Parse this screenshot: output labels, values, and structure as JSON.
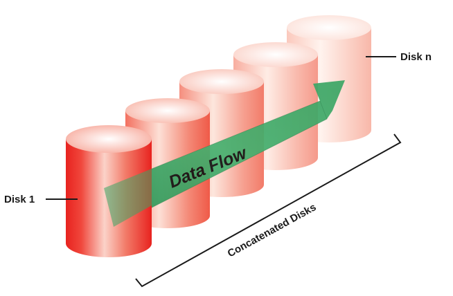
{
  "diagram": {
    "disk_first_label": "Disk 1",
    "disk_last_label": "Disk n",
    "flow_label": "Data Flow",
    "group_label": "Concatenated Disks",
    "colors": {
      "disk_dark": "#e8231f",
      "disk_mid": "#f48a7c",
      "disk_light": "#fde3da",
      "arrow": "#2e9a5a",
      "arrow_light": "#5fc48a",
      "ink": "#1a1a1a"
    }
  }
}
